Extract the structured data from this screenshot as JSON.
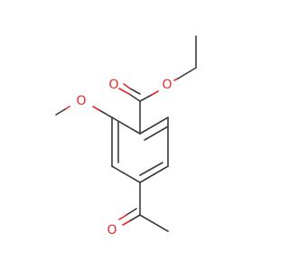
{
  "molecule": {
    "atoms": {
      "ester_carbonyl_o": {
        "symbol": "O",
        "color": "#e8282b"
      },
      "ester_ether_o": {
        "symbol": "O",
        "color": "#e8282b"
      },
      "methoxy_o": {
        "symbol": "O",
        "color": "#e8282b"
      },
      "ketone_o": {
        "symbol": "O",
        "color": "#e8282b"
      }
    },
    "bond_color": "#3a3a3a"
  }
}
